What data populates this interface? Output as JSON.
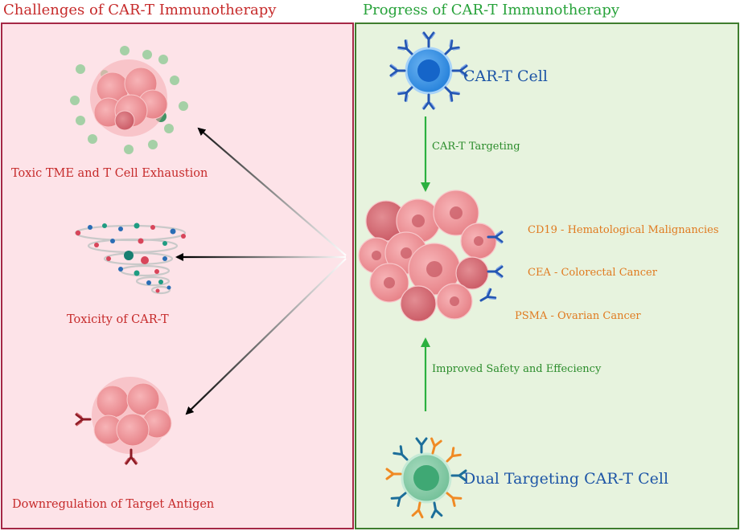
{
  "headers": {
    "left": "Challenges of CAR-T Immunotherapy",
    "right": "Progress of CAR-T Immunotherapy"
  },
  "challenges": [
    {
      "label": "Toxic TME and T Cell Exhaustion",
      "icon": "tumor-with-particles-icon"
    },
    {
      "label": "Toxicity of CAR-T",
      "icon": "cytokine-storm-icon"
    },
    {
      "label": "Downregulation of Target Antigen",
      "icon": "tumor-antigen-loss-icon"
    }
  ],
  "progress": {
    "cart_cell_label": "CAR-T Cell",
    "targeting_label": "CAR-T Targeting",
    "targets": [
      "CD19 - Hematological Malignancies",
      "CEA - Colorectal Cancer",
      "PSMA - Ovarian Cancer"
    ],
    "improvement_label": "Improved Safety and Effeciency",
    "dual_cell_label": "Dual Targeting CAR-T Cell"
  },
  "colors": {
    "left_bg": "#fde3e8",
    "left_border": "#a52846",
    "right_bg": "#e7f3de",
    "right_border": "#3f7d2e",
    "challenge_text": "#c62a2a",
    "progress_header": "#27a23a",
    "target_text": "#e07a1f",
    "cell_text": "#1d55a6"
  }
}
